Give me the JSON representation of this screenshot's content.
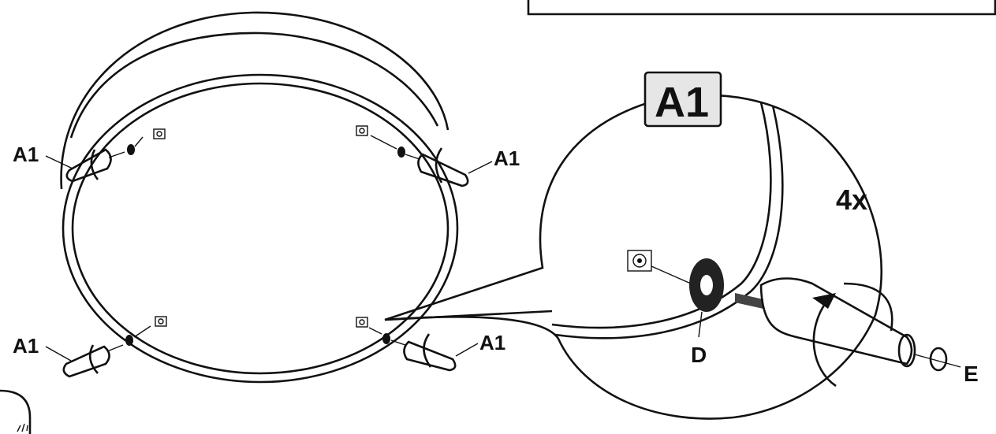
{
  "labels": {
    "leg_part": "A1",
    "detail_part": "A1",
    "quantity": "4x",
    "washer": "D",
    "cap": "E"
  },
  "icons": [
    "screw-hole-icon",
    "rotate-arrow-icon",
    "washer-icon",
    "bolt-icon"
  ],
  "colors": {
    "line": "#111111",
    "label_box": "#e6e6e6"
  }
}
